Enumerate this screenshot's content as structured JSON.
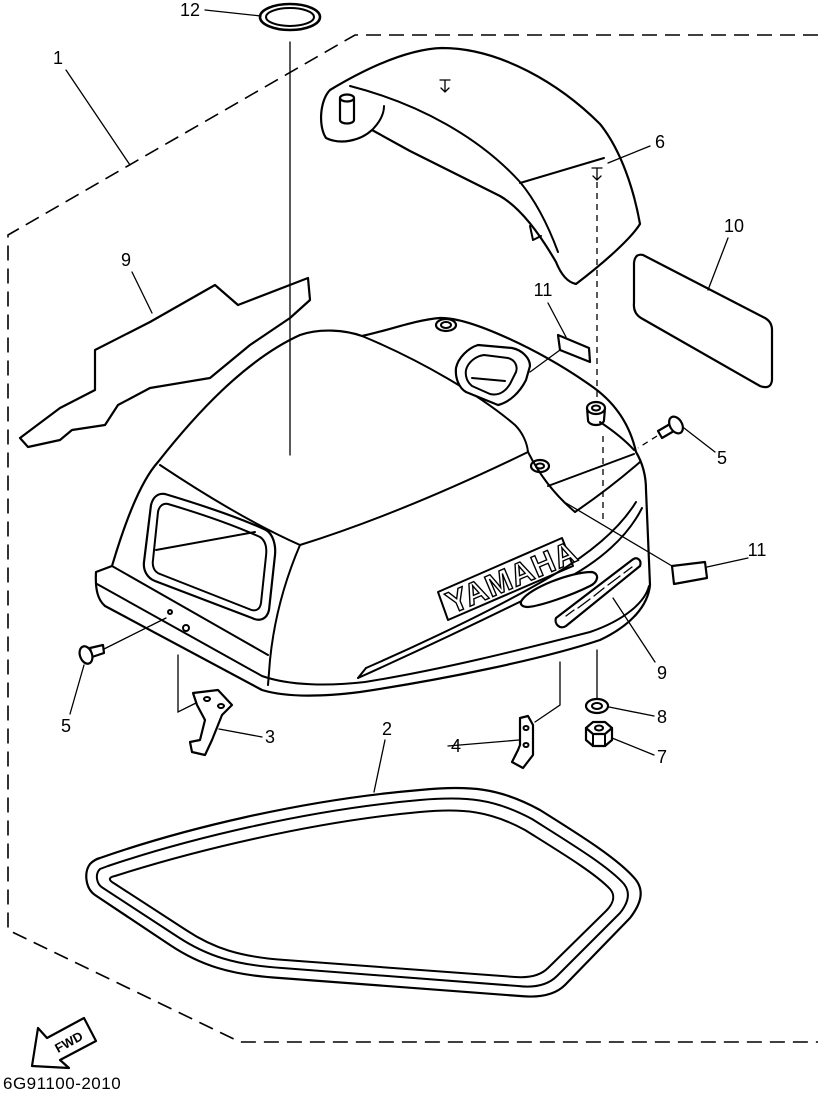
{
  "diagram": {
    "callouts": [
      "12",
      "1",
      "6",
      "10",
      "9",
      "11",
      "5",
      "11",
      "9",
      "8",
      "7",
      "5",
      "3",
      "4",
      "2"
    ],
    "logo_text": "YAMAHA",
    "direction_label": "FWD",
    "part_code": "6G91100-2010"
  },
  "colors": {
    "line": "#000000",
    "background": "#ffffff"
  }
}
